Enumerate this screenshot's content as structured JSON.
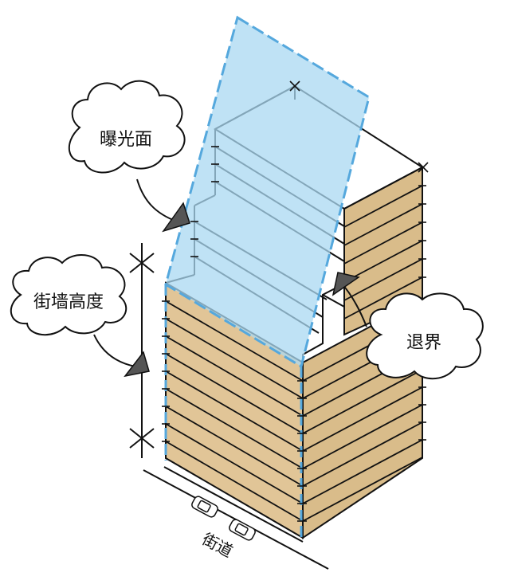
{
  "labels": {
    "exposure_plane": "曝光面",
    "street_wall_height": "街墙高度",
    "setback": "退界",
    "street": "街道"
  },
  "colors": {
    "building_front": "#e1c597",
    "building_side": "#d9bc8a",
    "plane_fill": "#a9d8f2",
    "plane_edge": "#55a8dd",
    "outline": "#111111",
    "arrow": "#555555"
  }
}
